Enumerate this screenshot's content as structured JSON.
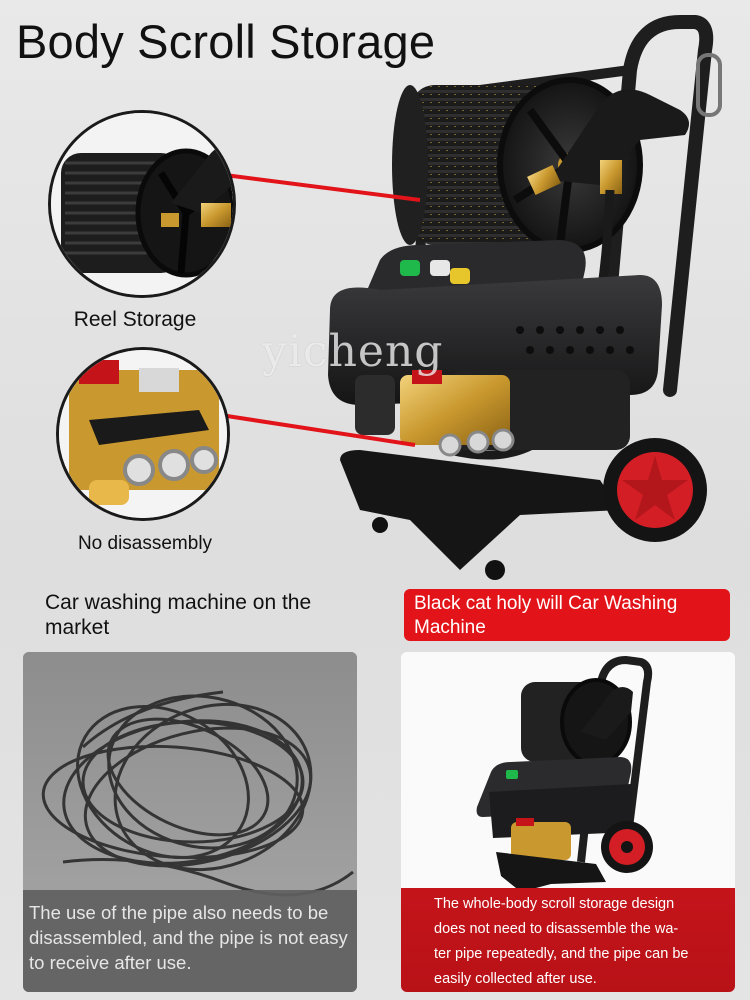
{
  "title": "Body Scroll Storage",
  "watermark": "yicheng",
  "callouts": {
    "reel_label": "Reel Storage",
    "pump_label": "No disassembly"
  },
  "comparison": {
    "left_title": "Car washing machine on the market",
    "left_caption": "The use of the pipe also needs to be disassembled, and the pipe is not easy to receive after use.",
    "right_title": "Black cat holy will Car Washing Machine",
    "right_caption_lines": [
      "The whole-body scroll storage design",
      "does not need to disassemble the wa-",
      "ter pipe repeatedly, and the pipe can be",
      "easily collected after use."
    ]
  },
  "colors": {
    "accent_red": "#e2141a",
    "machine_black": "#1c1c1e",
    "brass": "#c9982e"
  },
  "icons": [
    "hose-reel-icon",
    "pump-head-icon",
    "wheel-icon",
    "spray-gun-icon"
  ]
}
